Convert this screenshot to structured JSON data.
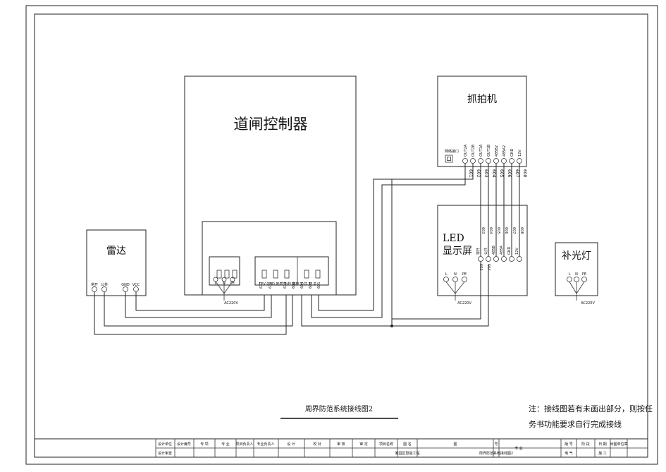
{
  "title": "周界防范系统接线图2",
  "note": {
    "line1": "注：接线图若有未画出部分，则按任",
    "line2": "务书功能要求自行完成接线"
  },
  "controller": {
    "label": "道闸控制器",
    "ac_terms": [
      "L",
      "N",
      "PE"
    ],
    "ac_label": "AC220V",
    "io_terms": "12V GND 地感 抬杆 落杆 公共 开 关",
    "wires": [
      "612",
      "611",
      "610",
      "609",
      "604",
      "603",
      "601"
    ]
  },
  "radar": {
    "label": "雷达",
    "terms": [
      "常开",
      "公共",
      "GND",
      "VCC"
    ]
  },
  "camera": {
    "label": "抓拍机",
    "network_port": "网络接口",
    "terms": [
      "OUT2A",
      "OUT2B",
      "OUT1A",
      "OUT1B",
      "485B2",
      "485A2",
      "GND",
      "12V"
    ],
    "wires": [
      "601",
      "602",
      "603",
      "604",
      "605",
      "606",
      "607",
      "608"
    ]
  },
  "led": {
    "label_line1": "LED",
    "label_line2": "显示屏",
    "top_wires": [
      "603",
      "604",
      "605",
      "606",
      "607",
      "608"
    ],
    "terms": [
      "常开",
      "公共",
      "485B",
      "485A",
      "GND",
      "12V"
    ],
    "bottom_wires": [
      "603",
      "604"
    ],
    "ac_terms": [
      "L",
      "N",
      "PE"
    ],
    "ac_label": "AC220V"
  },
  "fill_light": {
    "label": "补光灯",
    "ac_terms": [
      "L",
      "N",
      "PE"
    ],
    "ac_label": "AC220V"
  },
  "titleblock": {
    "cells": [
      "设计单位",
      "设计审查",
      "设计编号",
      "专 项",
      "专 业",
      "项目负责人",
      "专业负责人",
      "设 计",
      "校 对",
      "审 核",
      "审 定",
      "项目名称",
      "图 名",
      "某园区智能工程",
      "图",
      "号",
      "周界防范系统接线图2",
      "专 业",
      "版 号",
      "电 气",
      "阶 段",
      "日 期",
      "施 工",
      "出图单位章",
      ""
    ]
  }
}
